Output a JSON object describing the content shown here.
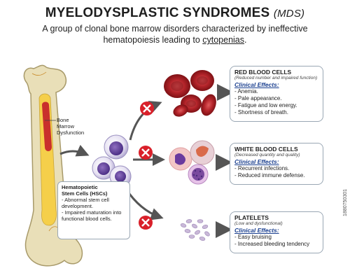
{
  "title": {
    "main": "MYELODYSPLASTIC SYNDROMES",
    "abbr": "(MDS)"
  },
  "subtitle": {
    "line1": "A group of clonal bone marrow disorders characterized by ineffective",
    "line2_pre": "hematopoiesis leading to ",
    "line2_link": "cytopenias",
    "line2_post": "."
  },
  "bone_label": {
    "line1": "Bone",
    "line2": "Marrow",
    "line3": "Dysfunction"
  },
  "stem_box": {
    "title_line1": "Hematopoietic",
    "title_line2": "Stem Cells (HSCs)",
    "items": [
      "- Abnormal stem cell development.",
      "- Impaired maturation into functional blood cells."
    ]
  },
  "rbc": {
    "title": "RED BLOOD CELLS",
    "note": "(Reduced number and impaired function)",
    "effects_label": "Clinical Effects:",
    "items": [
      "- Anemia.",
      "- Pale appearance.",
      "- Fatigue and low energy.",
      "- Shortness of breath."
    ]
  },
  "wbc": {
    "title": "WHITE BLOOD CELLS",
    "note": "(Decreased quantity and quality)",
    "effects_label": "Clinical Effects:",
    "items": [
      "- Recurrent infections.",
      "- Reduced immune defense."
    ]
  },
  "plt": {
    "title": "PLATELETS",
    "note": "(Low and dysfunctional)",
    "effects_label": "Clinical Effects:",
    "items": [
      "- Easy bruising",
      "- Increased bleeding tendency"
    ]
  },
  "stock_id": "1880750301",
  "colors": {
    "heading_blue": "#1a3f8f",
    "x_red": "#d9202a",
    "rbc_red": "#b3242a",
    "bone": "#e9dfb8",
    "marrow": "#c9302c"
  }
}
